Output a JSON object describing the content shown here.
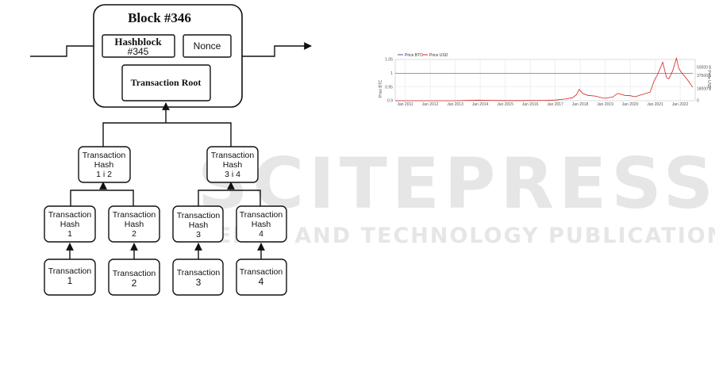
{
  "watermark": {
    "main": "SCITEPRESS",
    "sub": "SCIENCE AND TECHNOLOGY PUBLICATIONS"
  },
  "diagram": {
    "block_title": "Block #346",
    "hashblock_line1": "Hashblock",
    "hashblock_line2": "#345",
    "nonce": "Nonce",
    "transaction_root": "Transaction Root",
    "hash12": {
      "l1": "Transaction",
      "l2": "Hash",
      "l3": "1 i 2"
    },
    "hash34": {
      "l1": "Transaction",
      "l2": "Hash",
      "l3": "3 i 4"
    },
    "hashes": [
      {
        "l1": "Transaction",
        "l2": "Hash",
        "l3": "1"
      },
      {
        "l1": "Transaction",
        "l2": "Hash",
        "l3": "2"
      },
      {
        "l1": "Transaction",
        "l2": "Hash",
        "l3": "3"
      },
      {
        "l1": "Transaction",
        "l2": "Hash",
        "l3": "4"
      }
    ],
    "transactions": [
      {
        "l1": "Transaction",
        "l2": "1"
      },
      {
        "l1": "Transaction",
        "l2": "2"
      },
      {
        "l1": "Transaction",
        "l2": "3"
      },
      {
        "l1": "Transaction",
        "l2": "4"
      }
    ]
  },
  "chart_data": {
    "type": "line",
    "legend": [
      "Price BTC",
      "Price USD"
    ],
    "legend_position": "top-left",
    "ylabel_left": "Price BTC",
    "ylabel_right": "Price USD",
    "yticks_left": [
      "1.05",
      "1",
      "0.95",
      "0.9"
    ],
    "yticks_right": [
      "50000 $",
      "37500 $",
      "18000 $",
      "0"
    ],
    "ylim_left": [
      0.9,
      1.05
    ],
    "ylim_right": [
      0,
      62000
    ],
    "grid": true,
    "xticks": [
      "Jan 2011",
      "Jan 2012",
      "Jan 2013",
      "Jan 2014",
      "Jan 2015",
      "Jan 2016",
      "Jan 2017",
      "Jan 2018",
      "Jan 2019",
      "Jan 2020",
      "Jan 2021",
      "Jan 2022"
    ],
    "series": [
      {
        "name": "Price BTC",
        "color": "#3a5fa8",
        "axis": "left",
        "x": [
          2010.6,
          2022.5
        ],
        "y": [
          1,
          1
        ]
      },
      {
        "name": "Price USD",
        "color": "#d42020",
        "axis": "right",
        "x": [
          2010.6,
          2011.5,
          2012.5,
          2013.0,
          2013.9,
          2014.5,
          2015.0,
          2015.5,
          2016.5,
          2017.0,
          2017.4,
          2017.7,
          2017.85,
          2017.96,
          2018.1,
          2018.3,
          2018.6,
          2018.9,
          2019.0,
          2019.3,
          2019.5,
          2019.8,
          2020.0,
          2020.2,
          2020.5,
          2020.8,
          2020.95,
          2021.1,
          2021.3,
          2021.45,
          2021.55,
          2021.7,
          2021.85,
          2021.95,
          2022.1,
          2022.3,
          2022.5
        ],
        "y": [
          0,
          0,
          0,
          0,
          800,
          500,
          250,
          250,
          500,
          1000,
          2500,
          4500,
          9000,
          17000,
          11000,
          8000,
          7000,
          4000,
          3700,
          5500,
          11000,
          8000,
          7500,
          6000,
          9500,
          13000,
          29000,
          40000,
          58000,
          35000,
          33000,
          45000,
          64000,
          48000,
          40000,
          31000,
          20000
        ]
      }
    ]
  }
}
